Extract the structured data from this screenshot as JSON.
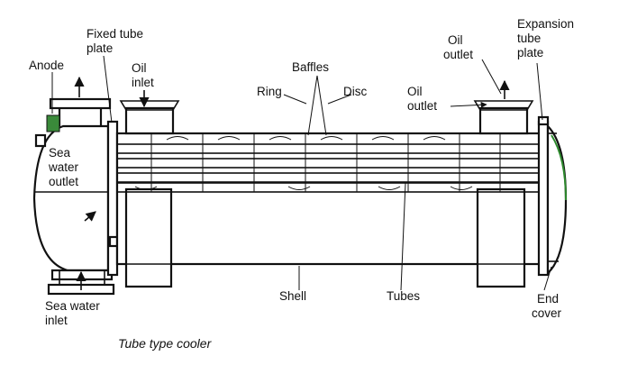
{
  "labels": {
    "anode": "Anode",
    "fixed_tube_plate_1": "Fixed tube",
    "fixed_tube_plate_2": "plate",
    "oil_inlet_1": "Oil",
    "oil_inlet_2": "inlet",
    "baffles": "Baffles",
    "ring": "Ring",
    "disc": "Disc",
    "oil_outlet_top_1": "Oil",
    "oil_outlet_top_2": "outlet",
    "oil_outlet_side_1": "Oil",
    "oil_outlet_side_2": "outlet",
    "expansion_1": "Expansion",
    "expansion_2": "tube",
    "expansion_3": "plate",
    "sea_water_outlet_1": "Sea",
    "sea_water_outlet_2": "water",
    "sea_water_outlet_3": "outlet",
    "sea_water_inlet_1": "Sea water",
    "sea_water_inlet_2": "inlet",
    "shell": "Shell",
    "tubes": "Tubes",
    "end_cover_1": "End",
    "end_cover_2": "cover"
  },
  "caption": "Tube type cooler"
}
